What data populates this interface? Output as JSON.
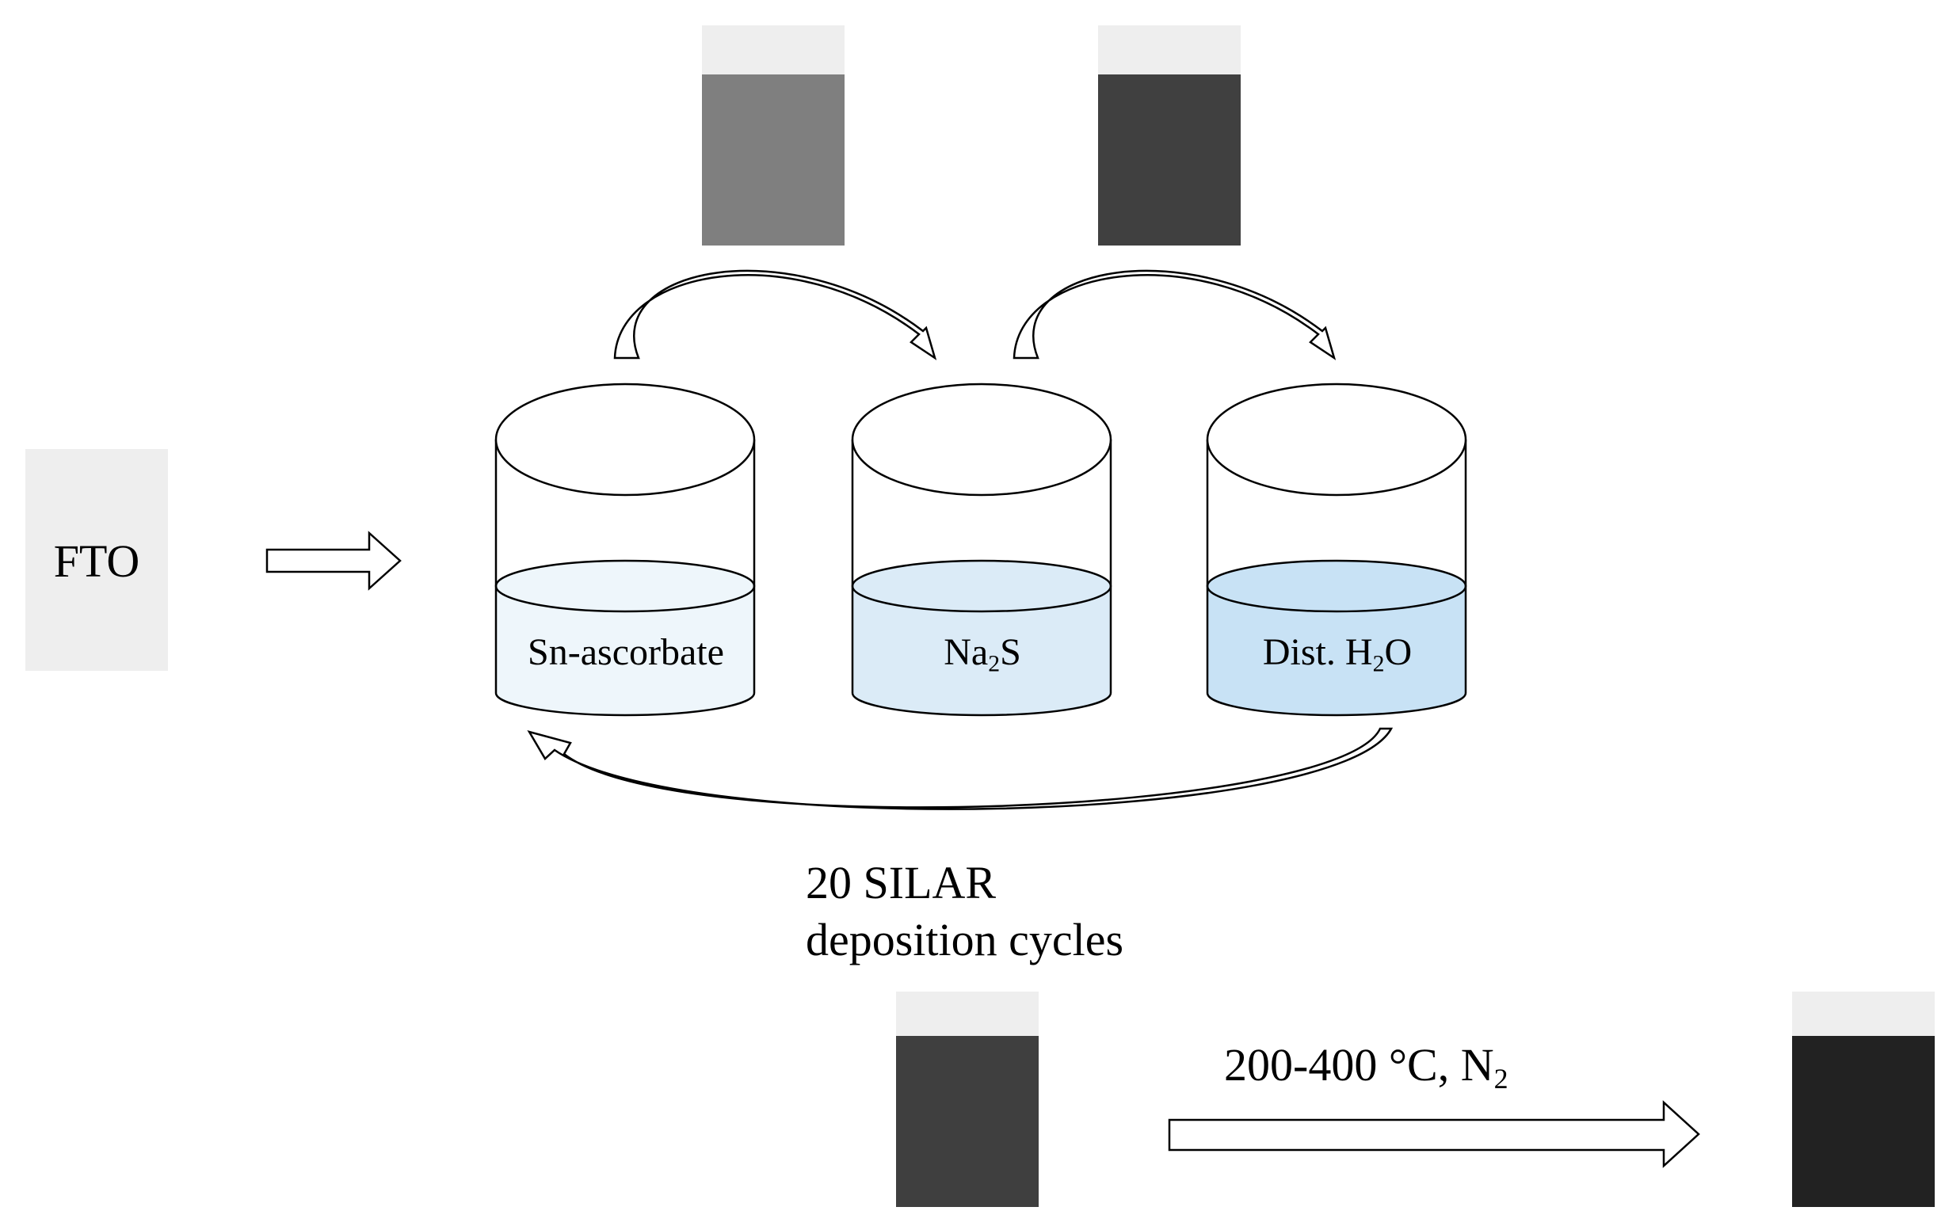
{
  "fto_label": "FTO",
  "beakers": [
    {
      "label_main": "Sn-ascorbate",
      "label_sub": "",
      "label_tail": "",
      "fill": "#eef6fb"
    },
    {
      "label_main": "Na",
      "label_sub": "2",
      "label_tail": "S",
      "fill": "#dbebf7"
    },
    {
      "label_main": "Dist. H",
      "label_sub": "2",
      "label_tail": "O",
      "fill": "#c8e2f5"
    }
  ],
  "cycles": {
    "line1": "20 SILAR",
    "line2": "deposition cycles"
  },
  "anneal": {
    "main": "200-400 °C, N",
    "sub": "2"
  },
  "colors": {
    "substrate_bare": "#eeeeee",
    "film_after_sn": "#7f7f7f",
    "film_after_na2s": "#404040",
    "film_after_cycles": "#3f3f3f",
    "film_annealed": "#222222",
    "substrate_top": "#eeeeee",
    "stroke": "#000000"
  }
}
